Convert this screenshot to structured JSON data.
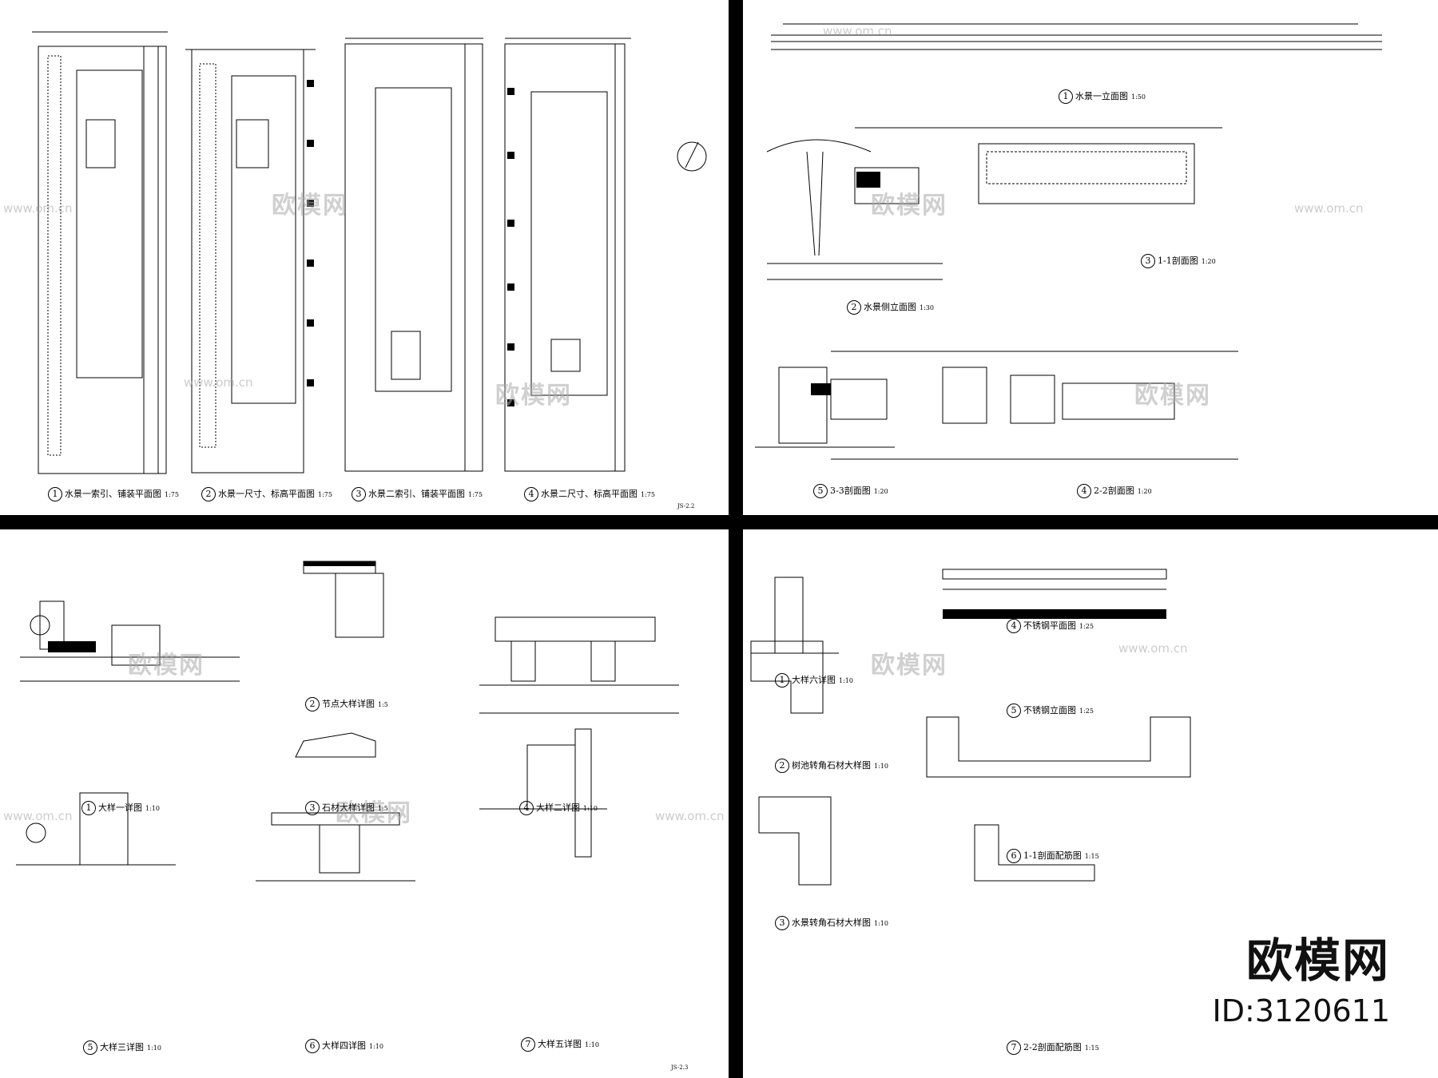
{
  "watermark": {
    "text": "欧模网",
    "url": "www.om.cn"
  },
  "brand": {
    "logo": "欧模网",
    "id": "ID:3120611"
  },
  "sheet1": {
    "captions": [
      {
        "num": "1",
        "title": "水景一索引、铺装平面图",
        "scale": "1:75"
      },
      {
        "num": "2",
        "title": "水景一尺寸、标高平面图",
        "scale": "1:75"
      },
      {
        "num": "3",
        "title": "水景二索引、铺装平面图",
        "scale": "1:75"
      },
      {
        "num": "4",
        "title": "水景二尺寸、标高平面图",
        "scale": "1:75"
      }
    ],
    "sheet_no": "JS-2.2"
  },
  "sheet2": {
    "captions": [
      {
        "num": "1",
        "title": "水景一立面图",
        "scale": "1:50"
      },
      {
        "num": "2",
        "title": "水景侧立面图",
        "scale": "1:30"
      },
      {
        "num": "3",
        "title": "1-1剖面图",
        "scale": "1:20"
      },
      {
        "num": "5",
        "title": "3-3剖面图",
        "scale": "1:20"
      },
      {
        "num": "4",
        "title": "2-2剖面图",
        "scale": "1:20"
      }
    ]
  },
  "sheet3": {
    "captions": [
      {
        "num": "1",
        "title": "大样一详图",
        "scale": "1:10"
      },
      {
        "num": "2",
        "title": "节点大样详图",
        "scale": "1:5"
      },
      {
        "num": "3",
        "title": "石材大样详图",
        "scale": "1:5"
      },
      {
        "num": "4",
        "title": "大样二详图",
        "scale": "1:10"
      },
      {
        "num": "5",
        "title": "大样三详图",
        "scale": "1:10"
      },
      {
        "num": "6",
        "title": "大样四详图",
        "scale": "1:10"
      },
      {
        "num": "7",
        "title": "大样五详图",
        "scale": "1:10"
      }
    ],
    "sheet_no": "JS-2.3"
  },
  "sheet4": {
    "captions": [
      {
        "num": "1",
        "title": "大样六详图",
        "scale": "1:10"
      },
      {
        "num": "4",
        "title": "不锈钢平面图",
        "scale": "1:25"
      },
      {
        "num": "5",
        "title": "不锈钢立面图",
        "scale": "1:25"
      },
      {
        "num": "2",
        "title": "树池转角石材大样图",
        "scale": "1:10"
      },
      {
        "num": "6",
        "title": "1-1剖面配筋图",
        "scale": "1:15"
      },
      {
        "num": "3",
        "title": "水景转角石材大样图",
        "scale": "1:10"
      },
      {
        "num": "7",
        "title": "2-2剖面配筋图",
        "scale": "1:15"
      }
    ]
  }
}
